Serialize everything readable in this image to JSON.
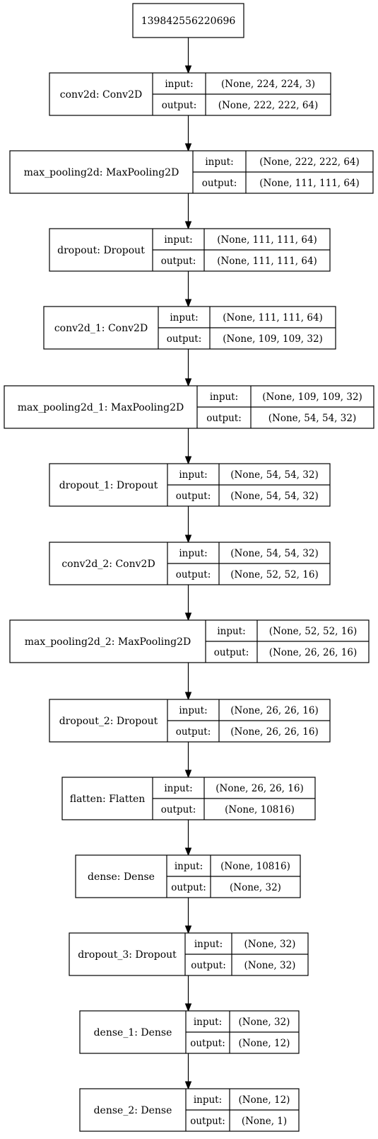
{
  "input_node": {
    "label": "139842556220696"
  },
  "labels": {
    "input": "input:",
    "output": "output:"
  },
  "layers": [
    {
      "name": "conv2d: Conv2D",
      "input": "(None, 224, 224, 3)",
      "output": "(None, 222, 222, 64)"
    },
    {
      "name": "max_pooling2d: MaxPooling2D",
      "input": "(None, 222, 222, 64)",
      "output": "(None, 111, 111, 64)"
    },
    {
      "name": "dropout: Dropout",
      "input": "(None, 111, 111, 64)",
      "output": "(None, 111, 111, 64)"
    },
    {
      "name": "conv2d_1: Conv2D",
      "input": "(None, 111, 111, 64)",
      "output": "(None, 109, 109, 32)"
    },
    {
      "name": "max_pooling2d_1: MaxPooling2D",
      "input": "(None, 109, 109, 32)",
      "output": "(None, 54, 54, 32)"
    },
    {
      "name": "dropout_1: Dropout",
      "input": "(None, 54, 54, 32)",
      "output": "(None, 54, 54, 32)"
    },
    {
      "name": "conv2d_2: Conv2D",
      "input": "(None, 54, 54, 32)",
      "output": "(None, 52, 52, 16)"
    },
    {
      "name": "max_pooling2d_2: MaxPooling2D",
      "input": "(None, 52, 52, 16)",
      "output": "(None, 26, 26, 16)"
    },
    {
      "name": "dropout_2: Dropout",
      "input": "(None, 26, 26, 16)",
      "output": "(None, 26, 26, 16)"
    },
    {
      "name": "flatten: Flatten",
      "input": "(None, 26, 26, 16)",
      "output": "(None, 10816)"
    },
    {
      "name": "dense: Dense",
      "input": "(None, 10816)",
      "output": "(None, 32)"
    },
    {
      "name": "dropout_3: Dropout",
      "input": "(None, 32)",
      "output": "(None, 32)"
    },
    {
      "name": "dense_1: Dense",
      "input": "(None, 32)",
      "output": "(None, 12)"
    },
    {
      "name": "dense_2: Dense",
      "input": "(None, 12)",
      "output": "(None, 1)"
    }
  ]
}
